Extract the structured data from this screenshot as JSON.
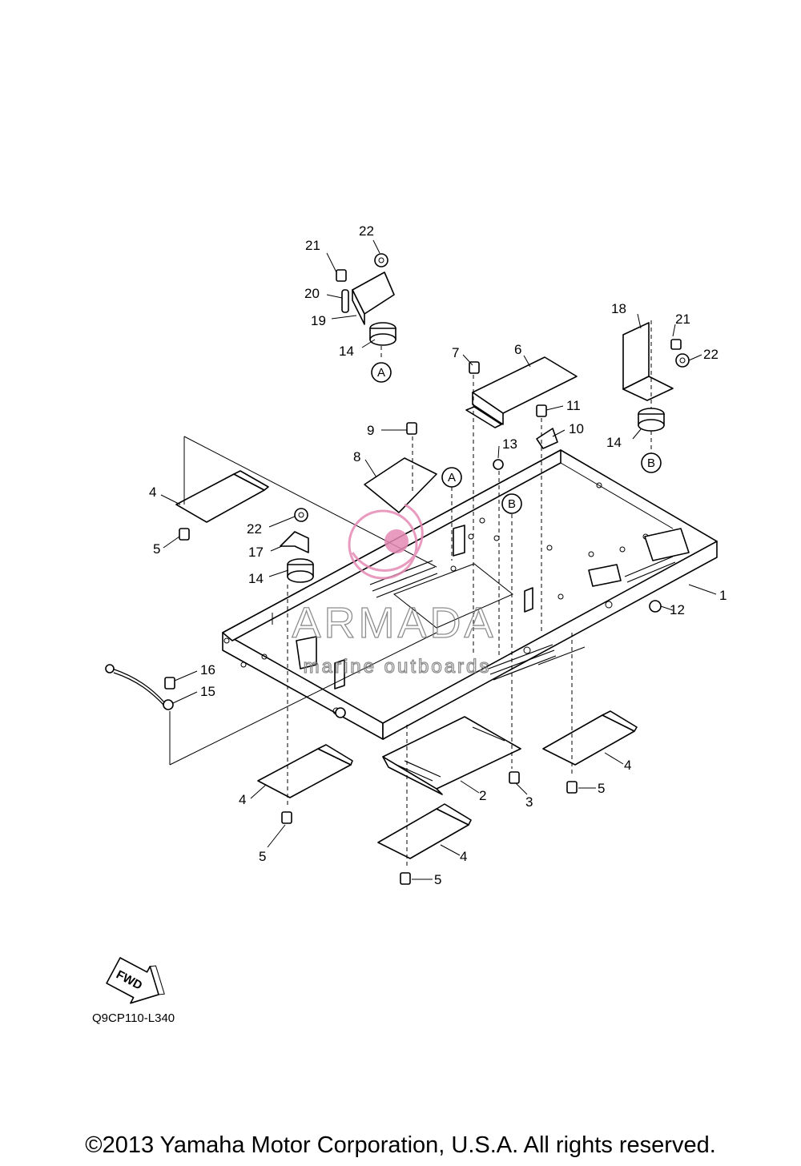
{
  "callouts": [
    "1",
    "2",
    "3",
    "4",
    "5",
    "6",
    "7",
    "8",
    "9",
    "10",
    "11",
    "12",
    "13",
    "14",
    "15",
    "16",
    "17",
    "18",
    "19",
    "20",
    "21",
    "22"
  ],
  "ref_letters": {
    "a": "A",
    "b": "B"
  },
  "fwd_label": "FWD",
  "drawing_code": "Q9CP110-L340",
  "copyright": "©2013 Yamaha Motor Corporation, U.S.A. All rights reserved.",
  "watermark": {
    "brand": "ARMADA",
    "tagline": "marine outboards",
    "color": "#e48ab4"
  }
}
